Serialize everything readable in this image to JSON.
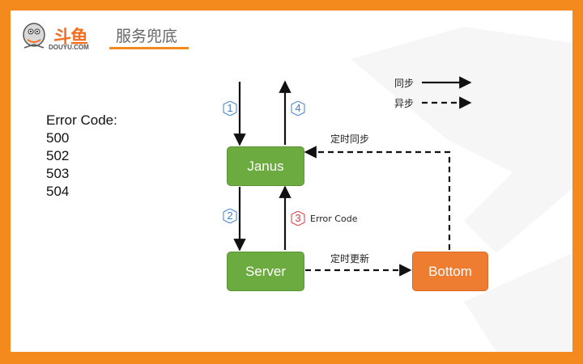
{
  "header": {
    "logo_cn": "斗鱼",
    "logo_en": "DOUYU.COM",
    "section_title": "服务兜底"
  },
  "error_codes": {
    "title": "Error Code:",
    "codes": [
      "500",
      "502",
      "503",
      "504"
    ]
  },
  "diagram": {
    "nodes": {
      "janus": "Janus",
      "server": "Server",
      "bottom": "Bottom"
    },
    "steps": {
      "s1": "1",
      "s2": "2",
      "s3": "3",
      "s4": "4"
    },
    "labels": {
      "error_code": "Error Code",
      "timed_sync": "定时同步",
      "timed_update": "定时更新"
    },
    "legend": {
      "sync": "同步",
      "async": "异步"
    }
  },
  "colors": {
    "frame": "#f48a1e",
    "node_green": "#6cab3f",
    "node_orange": "#ee7d31",
    "step_blue": "#3f7fcf",
    "step_red": "#d93a3a"
  }
}
